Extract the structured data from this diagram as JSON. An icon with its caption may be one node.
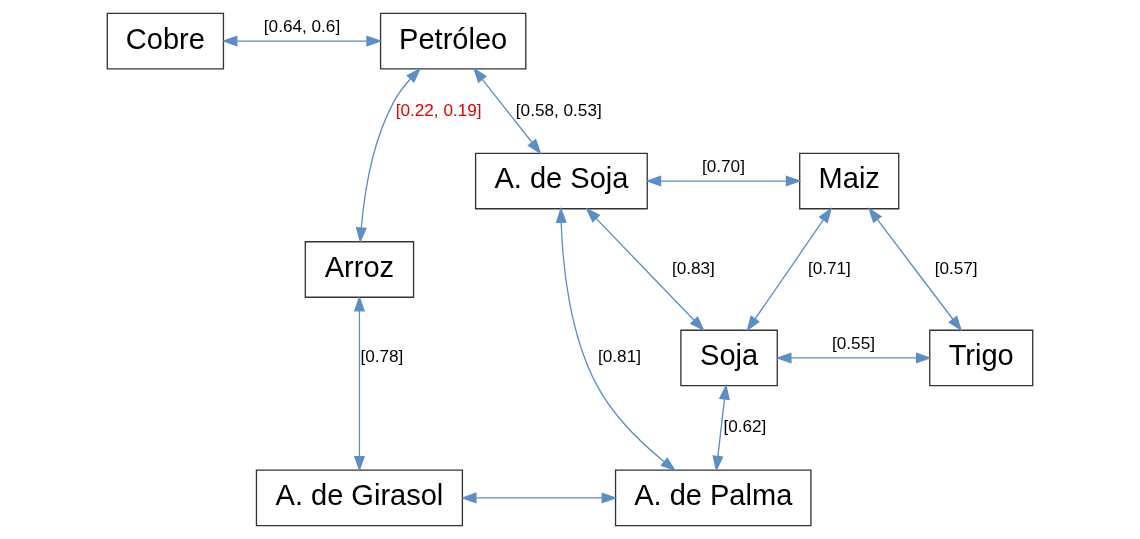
{
  "diagram": {
    "nodes": [
      {
        "text": [
          "Cobre"
        ]
      },
      {
        "text": [
          "Petróleo"
        ]
      },
      {
        "text": [
          "Trigo"
        ]
      },
      {
        "text": [
          "Soja"
        ]
      },
      {
        "text": [
          "A. de Soja"
        ]
      },
      {
        "text": [
          "Maiz"
        ]
      },
      {
        "text": [
          "Arroz"
        ]
      },
      {
        "text": [
          "A. de Girasol"
        ]
      },
      {
        "text": [
          "A. de Palma"
        ]
      }
    ],
    "edges": [
      {
        "from": 0,
        "to": 1,
        "arrow": "both",
        "label": "[0.64, 0.6]"
      },
      {
        "from": 1,
        "to": 6,
        "arrow": "both",
        "label": "[0.22, 0.19]"
      },
      {
        "from": 1,
        "to": 4,
        "arrow": "both",
        "label": "[0.58, 0.53]"
      },
      {
        "from": 4,
        "to": 3,
        "arrow": "both",
        "label": "[0.83]"
      },
      {
        "from": 3,
        "to": 2,
        "arrow": "both",
        "label": "[0.55]"
      },
      {
        "from": 2,
        "to": 5,
        "arrow": "both",
        "label": "[0.57]"
      },
      {
        "from": 3,
        "to": 5,
        "arrow": "both",
        "label": "[0.71]"
      },
      {
        "from": 4,
        "to": 5,
        "arrow": "both",
        "label": "[0.70]"
      },
      {
        "from": 3,
        "to": 8,
        "arrow": "both",
        "label": "[0.62]"
      },
      {
        "from": 4,
        "to": 8,
        "arrow": "both",
        "label": "[0.81]"
      },
      {
        "from": 6,
        "to": 7,
        "arrow": "both",
        "label": "[0.78]"
      },
      {
        "from": 7,
        "to": 8,
        "arrow": "both"
      }
    ]
  }
}
